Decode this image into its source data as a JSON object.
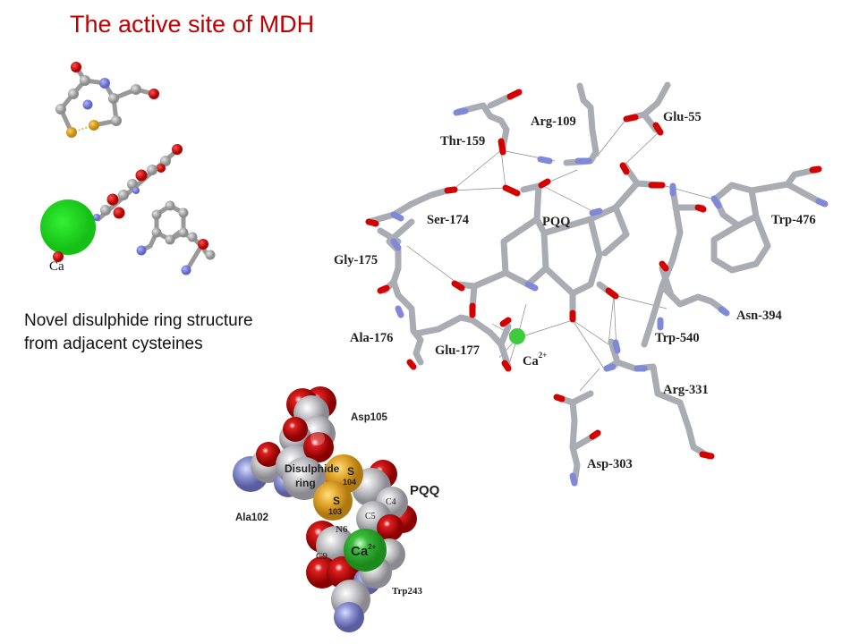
{
  "slide": {
    "title": "The active site of MDH",
    "caption_lines": [
      "Novel disulphide ring structure",
      "from adjacent cysteines"
    ]
  },
  "figure_ballstick": {
    "ca_label": "Ca"
  },
  "figure_stick": {
    "labels": {
      "arg109": "Arg-109",
      "glu55": "Glu-55",
      "thr159": "Thr-159",
      "ser174": "Ser-174",
      "pqq": "PQQ",
      "trp476": "Trp-476",
      "gly175": "Gly-175",
      "asn394": "Asn-394",
      "ala176": "Ala-176",
      "glu177": "Glu-177",
      "trp540": "Trp-540",
      "ca": "Ca",
      "ca_charge": "2+",
      "arg331": "Arg-331",
      "asp303": "Asp-303"
    }
  },
  "figure_spacefill": {
    "labels": {
      "asp105": "Asp105",
      "disulphide_line1": "Disulphide",
      "disulphide_line2": "ring",
      "s104": "S",
      "s104_num": "104",
      "s103": "S",
      "s103_num": "103",
      "pqq": "PQQ",
      "c4": "C4",
      "c5": "C5",
      "ala102": "Ala102",
      "n6": "N6",
      "ca": "Ca",
      "ca_charge": "2+",
      "c9": "C9",
      "trp243": "Trp243"
    }
  },
  "colors": {
    "title": "#c00000",
    "carbon": "#a9adb3",
    "oxygen": "#d40000",
    "nitrogen": "#8088d8",
    "sulfur": "#e0a820",
    "calcium": "#22cc22"
  }
}
